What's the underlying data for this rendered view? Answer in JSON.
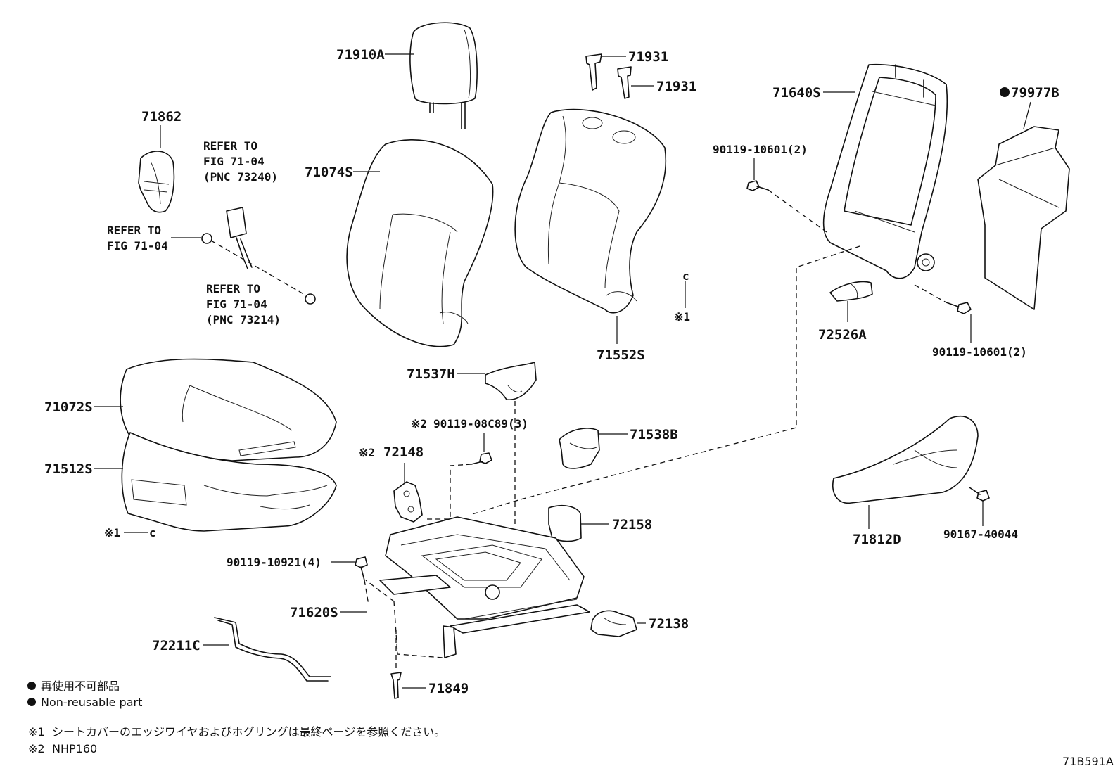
{
  "labels": {
    "p71910A": "71910A",
    "p71931a": "71931",
    "p71931b": "71931",
    "p71862": "71862",
    "p71074S": "71074S",
    "p71640S": "71640S",
    "p79977B": "79977B",
    "p9011910601a": "90119-10601(2)",
    "p9011910601b": "90119-10601(2)",
    "p72526A": "72526A",
    "p71552S": "71552S",
    "p71072S": "71072S",
    "p71512S": "71512S",
    "p71537H": "71537H",
    "p9011908C89": "90119-08C89(3)",
    "p71538B": "71538B",
    "p72148": "72148",
    "p72158": "72158",
    "p9011910921": "90119-10921(4)",
    "p71620S": "71620S",
    "p72138": "72138",
    "p72211C": "72211C",
    "p71849": "71849",
    "p71812D": "71812D",
    "p9016740044": "90167-40044"
  },
  "refs": {
    "ref1": [
      "REFER TO",
      "FIG 71-04",
      "(PNC 73240)"
    ],
    "ref2": [
      "REFER TO",
      "FIG 71-04"
    ],
    "ref3": [
      "REFER TO",
      "FIG 71-04",
      "(PNC 73214)"
    ]
  },
  "marks": {
    "m1": "※1",
    "m2": "※1",
    "m3": "※2",
    "m4": "※2",
    "ring_glyph": "c"
  },
  "legend": {
    "non_reusable_jp": "再使用不可部品",
    "non_reusable_en": "Non-reusable part"
  },
  "footnotes": {
    "f1_mark": "※1",
    "f1_text": "シートカバーのエッジワイヤおよびホグリングは最終ページを参照ください。",
    "f2_mark": "※2",
    "f2_text": "NHP160"
  },
  "figure_id": "71B591A"
}
